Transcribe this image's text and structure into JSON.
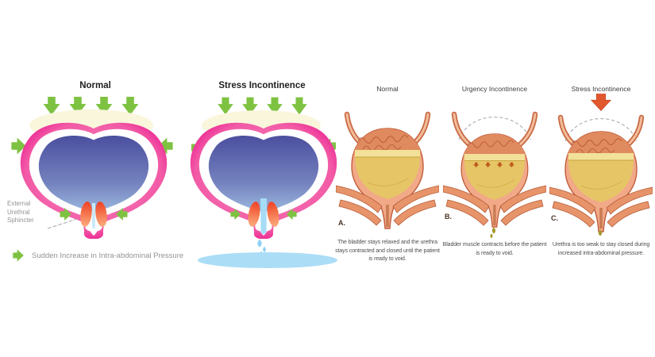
{
  "figure": {
    "left": {
      "panel_normal": {
        "title": "Normal"
      },
      "panel_stress": {
        "title": "Stress Incontinence"
      },
      "sphincter_label": {
        "line1": "External",
        "line2": "Urethral",
        "line3": "Sphincter"
      },
      "legend": {
        "label": "Sudden Increase in Intra-abdominal Pressure"
      }
    },
    "right": {
      "panel_a": {
        "title": "Normal",
        "letter": "A.",
        "caption": "The bladder stays relaxed and the urethra stays contracted and closed until the patient is ready to void."
      },
      "panel_b": {
        "title": "Urgency Incontinence",
        "letter": "B.",
        "caption": "Bladder muscle contracts before the patient is ready to void."
      },
      "panel_c": {
        "title": "Stress Incontinence",
        "letter": "C.",
        "caption": "Urethra is too weak to stay closed during increased intra-abdominal pressure."
      }
    },
    "colors": {
      "arrow_green": "#7EC242",
      "bladder_pink": "#EC168C",
      "bladder_blue_dark": "#4B4F9F",
      "bladder_blue_light": "#A9CBEA",
      "sphincter_red": "#F2592B",
      "urine_puddle_blue": "#ABDDF6",
      "anatomy_salmon": "#F1A988",
      "anatomy_outline": "#C05C3A",
      "urine_yellow": "#E6C566",
      "pressure_arrow_orange": "#E2582E",
      "label_gray": "#919396"
    }
  }
}
